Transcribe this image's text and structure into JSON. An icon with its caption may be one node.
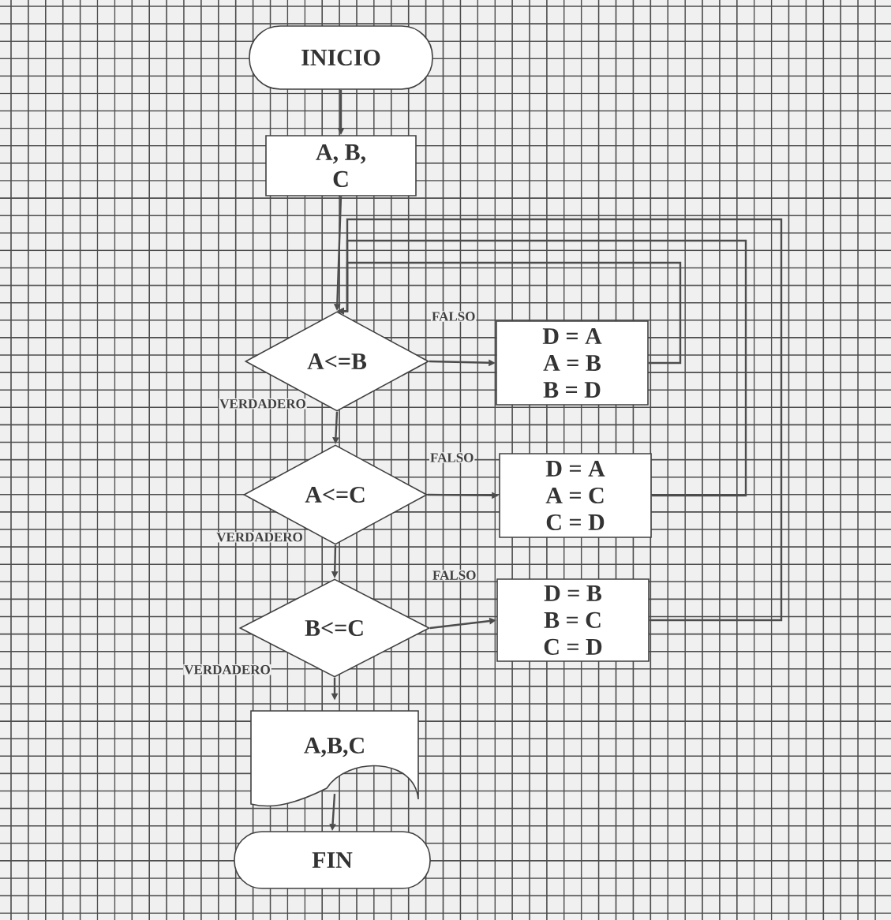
{
  "diagram": {
    "nodes": [
      {
        "text": [
          "INICIO"
        ]
      },
      {
        "text": [
          "A, B, C"
        ]
      },
      {
        "text": [
          "A<=B"
        ]
      },
      {
        "text": [
          "D = A A = B B = D"
        ]
      },
      {
        "text": [
          "A<=C"
        ]
      },
      {
        "text": [
          "D = A A = C C = D"
        ]
      },
      {
        "text": [
          "B<=C"
        ]
      },
      {
        "text": [
          "D = B B = C C = D"
        ]
      },
      {
        "text": [
          "A,B,C"
        ]
      },
      {
        "text": [
          "FIN"
        ]
      }
    ],
    "edges": [
      {
        "from": 0,
        "to": 1,
        "arrow": "to"
      },
      {
        "from": 1,
        "to": 2,
        "arrow": "to"
      },
      {
        "from": 2,
        "to": 4,
        "arrow": "to",
        "label": "VERDADERO"
      },
      {
        "from": 4,
        "to": 6,
        "arrow": "to",
        "label": "VERDADERO"
      },
      {
        "from": 6,
        "to": 8,
        "arrow": "to",
        "label": "VERDADERO"
      },
      {
        "from": 8,
        "to": 9,
        "arrow": "to"
      },
      {
        "from": 2,
        "to": 3,
        "arrow": "to",
        "label": "FALSO"
      },
      {
        "from": 4,
        "to": 5,
        "arrow": "to",
        "label": "FALSO"
      },
      {
        "from": 6,
        "to": 7,
        "arrow": "to",
        "label": "FALSO"
      },
      {
        "from": 3,
        "to": 2,
        "arrow": "to"
      },
      {
        "from": 5,
        "to": 2,
        "arrow": "to"
      },
      {
        "from": 7,
        "to": 2,
        "arrow": "to"
      }
    ]
  }
}
